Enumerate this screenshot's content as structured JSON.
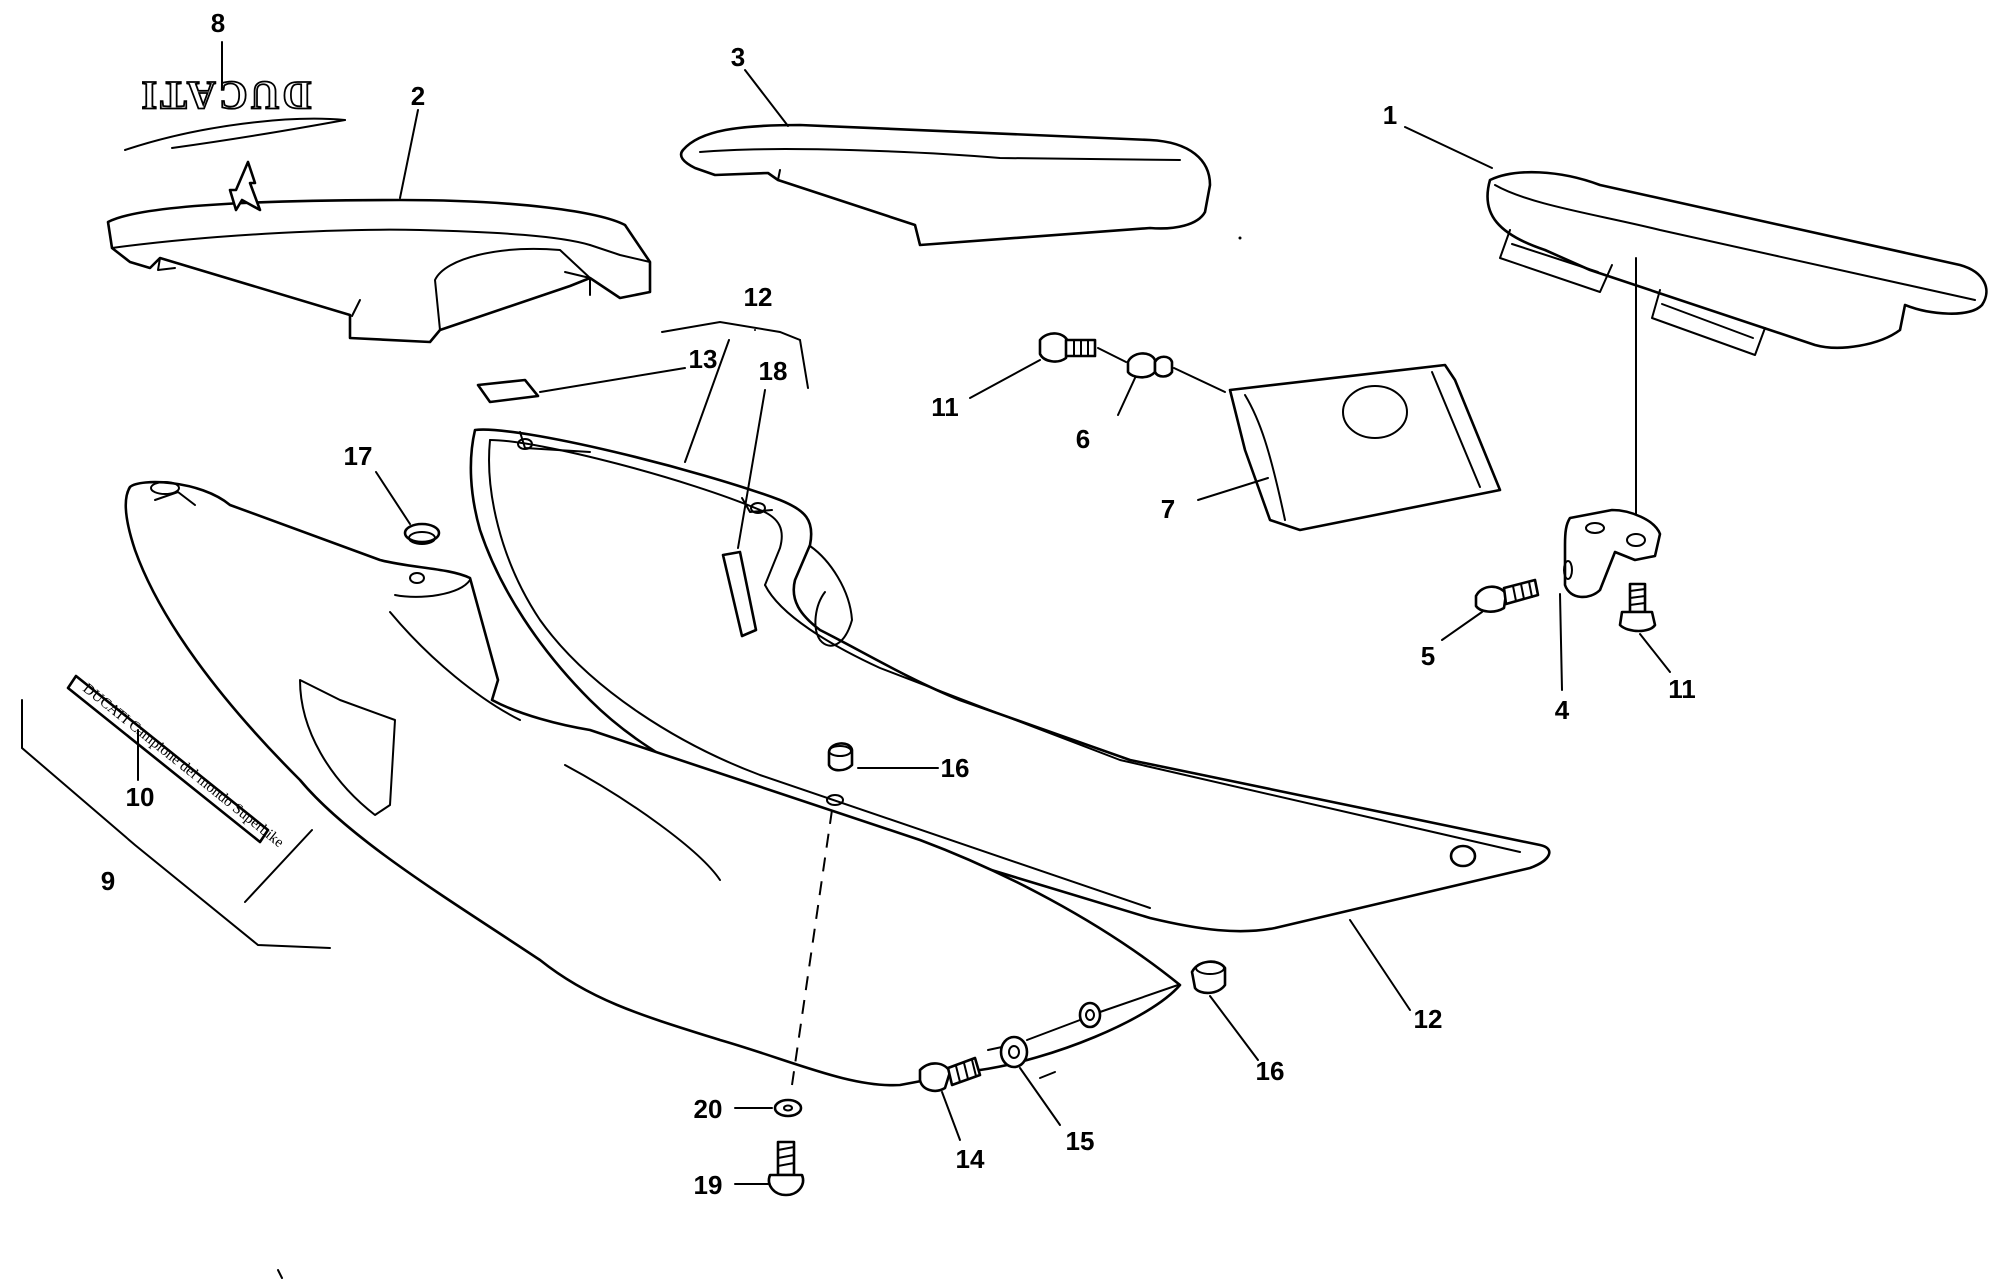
{
  "callouts": {
    "c1": "1",
    "c2": "2",
    "c3": "3",
    "c4": "4",
    "c5": "5",
    "c6": "6",
    "c7": "7",
    "c8": "8",
    "c9": "9",
    "c10": "10",
    "c11a": "11",
    "c11b": "11",
    "c12a": "12",
    "c12b": "12",
    "c13": "13",
    "c14": "14",
    "c15": "15",
    "c16a": "16",
    "c16b": "16",
    "c17": "17",
    "c18": "18",
    "c19": "19",
    "c20": "20"
  },
  "decals": {
    "logo_word": "DUCATI",
    "strip_text": "DUCATI Campione del mondo Superbike"
  }
}
